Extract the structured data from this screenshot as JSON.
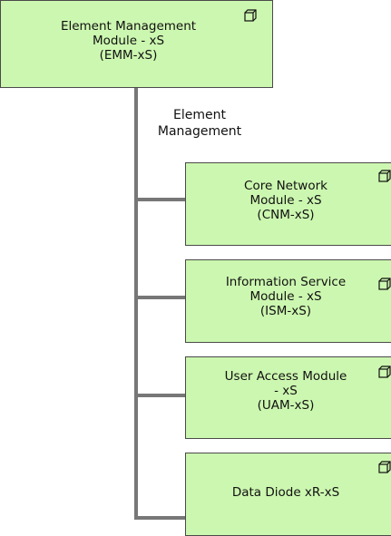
{
  "root": {
    "lines": [
      "Element Management",
      "Module - xS",
      "(EMM-xS)"
    ],
    "icon": "component-box-icon"
  },
  "relation_label": {
    "lines": [
      "Element",
      "Management"
    ]
  },
  "children": [
    {
      "lines": [
        "Core Network",
        "Module - xS",
        "(CNM-xS)"
      ],
      "icon": "component-box-icon"
    },
    {
      "lines": [
        "Information Service",
        "Module - xS",
        "(ISM-xS)"
      ],
      "icon": "component-box-icon"
    },
    {
      "lines": [
        "User Access Module",
        "- xS",
        "(UAM-xS)"
      ],
      "icon": "component-box-icon"
    },
    {
      "lines": [
        "Data Diode xR-xS"
      ],
      "icon": "component-box-icon"
    }
  ],
  "colors": {
    "node_fill": "#ccf7b0",
    "node_border": "#4a4a4a",
    "connector": "#777777"
  }
}
